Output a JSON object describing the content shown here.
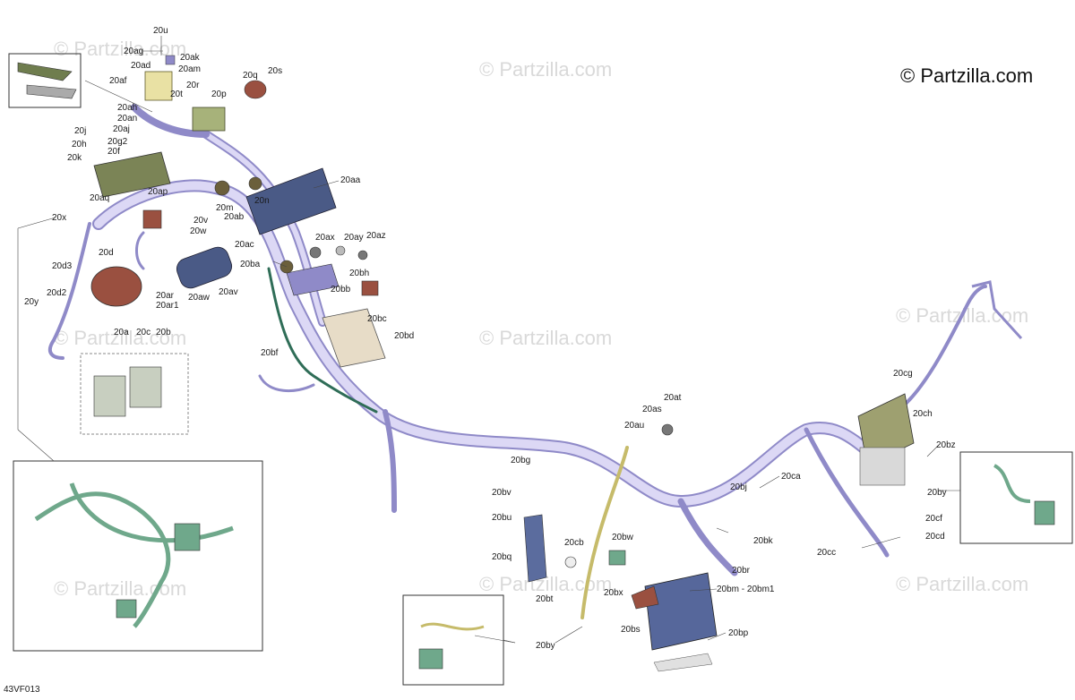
{
  "copyright": "© Partzilla.com",
  "watermark": "© Partzilla.com",
  "diagram_code": "43VF013",
  "colors": {
    "harness": "#c9c5ea",
    "harness_edge": "#8f8ac8",
    "green_harness": "#2f6d57",
    "ecu_green": "#7b8456",
    "display_blue": "#4a5a86",
    "battery_blue": "#56679b",
    "copper": "#9a5040"
  },
  "labels": {
    "l20u": "20u",
    "l20ag": "20ag",
    "l20ak": "20ak",
    "l20ad": "20ad",
    "l20am": "20am",
    "l20af": "20af",
    "l20r": "20r",
    "l20t": "20t",
    "l20p": "20p",
    "l20q": "20q",
    "l20s": "20s",
    "l20ah": "20ah",
    "l20an": "20an",
    "l20aj": "20aj",
    "l20j": "20j",
    "l20h": "20h",
    "l20g2": "20g2",
    "l20f": "20f",
    "l20k": "20k",
    "l20aq": "20aq",
    "l20ap": "20ap",
    "l20x": "20x",
    "l20aa": "20aa",
    "l20m": "20m",
    "l20n": "20n",
    "l20ab": "20ab",
    "l20v": "20v",
    "l20w": "20w",
    "l20ac": "20ac",
    "l20d": "20d",
    "l20d3": "20d3",
    "l20d2": "20d2",
    "l20y": "20y",
    "l20ar": "20ar",
    "l20ar1": "20ar1",
    "l20aw": "20aw",
    "l20av": "20av",
    "l20a": "20a",
    "l20c": "20c",
    "l20b": "20b",
    "l20ax": "20ax",
    "l20ay": "20ay",
    "l20az": "20az",
    "l20ba": "20ba",
    "l20bh": "20bh",
    "l20bb": "20bb",
    "l20bc": "20bc",
    "l20bd": "20bd",
    "l20bf": "20bf",
    "l20at": "20at",
    "l20as": "20as",
    "l20au": "20au",
    "l20cg": "20cg",
    "l20ch": "20ch",
    "l20bz": "20bz",
    "l20by_r": "20by",
    "l20bg": "20bg",
    "l20bv": "20bv",
    "l20bu": "20bu",
    "l20bq": "20bq",
    "l20bj": "20bj",
    "l20ca": "20ca",
    "l20cf": "20cf",
    "l20cd": "20cd",
    "l20cc": "20cc",
    "l20bk": "20bk",
    "l20cb": "20cb",
    "l20bw": "20bw",
    "l20br": "20br",
    "l20bx": "20bx",
    "l20bm": "20bm - 20bm1",
    "l20bt": "20bt",
    "l20bs": "20bs",
    "l20bp": "20bp",
    "l20by_b": "20by"
  }
}
